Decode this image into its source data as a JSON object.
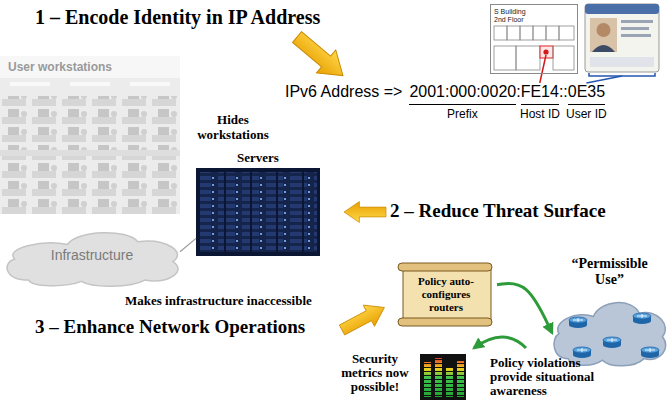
{
  "diagram": {
    "nodes": [
      {
        "text": [
          "S Building 2nd Floor"
        ]
      },
      {
        "text": [
          "User workstations"
        ]
      },
      {
        "text": [
          "Servers"
        ]
      },
      {
        "text": [
          "Infrastructure"
        ]
      },
      {
        "text": [
          "Policy auto-configures routers"
        ]
      },
      {
        "text": [
          "“Permissible Use”"
        ]
      }
    ],
    "edges": [
      {
        "from": 3,
        "to": 2,
        "arrow": "none"
      },
      {
        "from": 4,
        "to": 5,
        "arrow": "to"
      }
    ],
    "labels": [
      "1 – Encode Identity in IP Address",
      "Hides workstations",
      "IPv6 Address =>",
      "2001:000:0020",
      ":",
      "FE14",
      "::",
      "0E35",
      "Prefix",
      "Host ID",
      "User ID",
      "2 – Reduce Threat Surface",
      "Makes infrastructure inaccessible",
      "3 – Enhance Network Operations",
      "Security metrics now possible!",
      "Policy violations provide situational awareness"
    ]
  }
}
